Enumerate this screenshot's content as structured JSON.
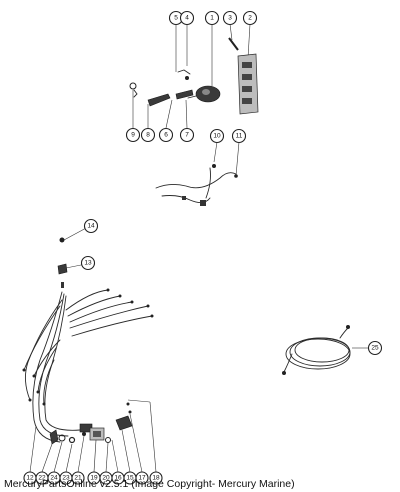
{
  "caption": "MercuryPartsOnline v2.5.1 (Image Copyright- Mercury Marine)",
  "callouts": [
    {
      "id": "c5",
      "label": "5"
    },
    {
      "id": "c4",
      "label": "4"
    },
    {
      "id": "c1",
      "label": "1"
    },
    {
      "id": "c3",
      "label": "3"
    },
    {
      "id": "c2",
      "label": "2"
    },
    {
      "id": "c9",
      "label": "9"
    },
    {
      "id": "c8",
      "label": "8"
    },
    {
      "id": "c6",
      "label": "6"
    },
    {
      "id": "c7",
      "label": "7"
    },
    {
      "id": "c10",
      "label": "10"
    },
    {
      "id": "c11",
      "label": "11"
    },
    {
      "id": "c14",
      "label": "14"
    },
    {
      "id": "c13",
      "label": "13"
    },
    {
      "id": "c25",
      "label": "25"
    },
    {
      "id": "b1",
      "label": "12"
    },
    {
      "id": "b2",
      "label": "22"
    },
    {
      "id": "b3",
      "label": "24"
    },
    {
      "id": "b4",
      "label": "23"
    },
    {
      "id": "b5",
      "label": "21"
    },
    {
      "id": "b6",
      "label": "19"
    },
    {
      "id": "b7",
      "label": "20"
    },
    {
      "id": "b8",
      "label": "16"
    },
    {
      "id": "b9",
      "label": "15"
    },
    {
      "id": "b10",
      "label": "17"
    },
    {
      "id": "b11",
      "label": "18"
    }
  ]
}
